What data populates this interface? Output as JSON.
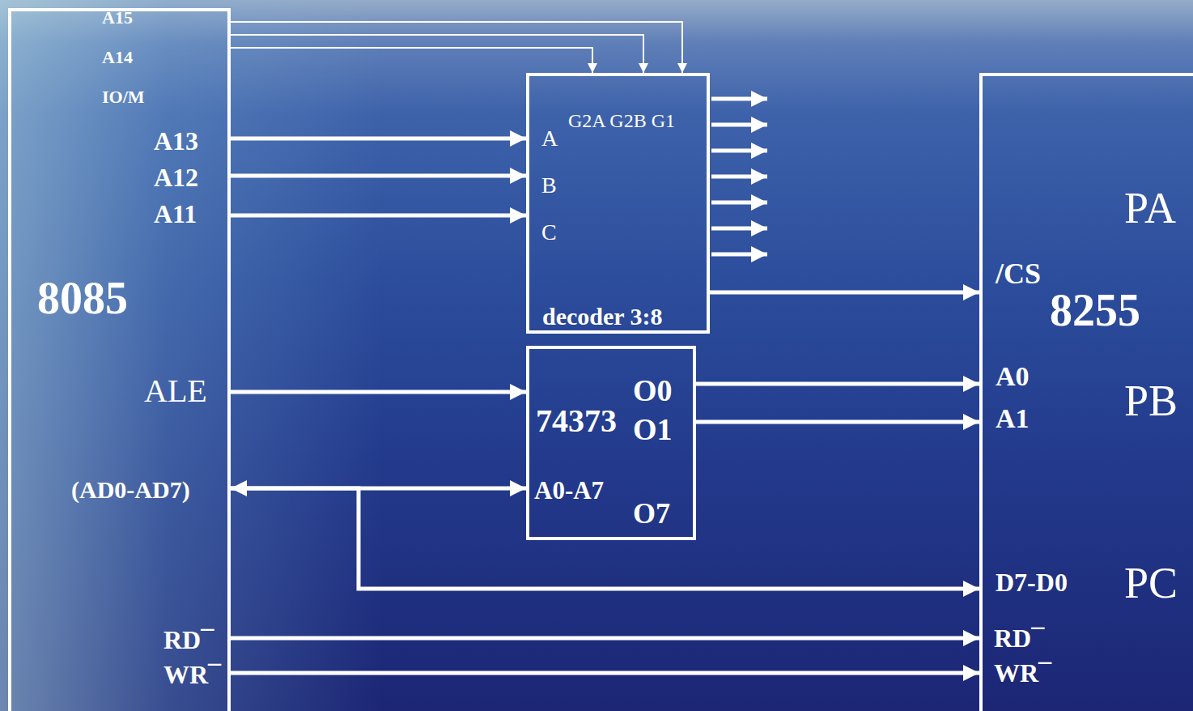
{
  "diagram": {
    "nodes": [
      {
        "text": [
          "8085"
        ]
      },
      {
        "text": [
          "decoder 3:8"
        ]
      },
      {
        "text": [
          "74373"
        ]
      },
      {
        "text": [
          "8255"
        ]
      }
    ],
    "edges": [
      {
        "from": 0,
        "to": 1,
        "arrow": "to"
      },
      {
        "from": 0,
        "to": 1,
        "arrow": "to"
      },
      {
        "from": 0,
        "to": 1,
        "arrow": "to"
      },
      {
        "from": 0,
        "to": 1,
        "arrow": "to"
      },
      {
        "from": 0,
        "to": 1,
        "arrow": "to"
      },
      {
        "from": 0,
        "to": 1,
        "arrow": "to"
      },
      {
        "from": 1,
        "to": 3,
        "arrow": "to"
      },
      {
        "from": 0,
        "to": 2,
        "arrow": "to"
      },
      {
        "from": 2,
        "to": 3,
        "arrow": "to"
      },
      {
        "from": 2,
        "to": 3,
        "arrow": "to"
      },
      {
        "from": 0,
        "to": 2,
        "arrow": "both"
      },
      {
        "from": 0,
        "to": 3,
        "arrow": "to"
      },
      {
        "from": 0,
        "to": 3,
        "arrow": "to"
      },
      {
        "from": 0,
        "to": 3,
        "arrow": "to"
      }
    ],
    "labels": [
      "A15",
      "A14",
      "IO/M",
      "A13",
      "A12",
      "A11",
      "ALE",
      "(AD0-AD7)",
      "RD¯",
      "WR¯",
      "G2A G2B G1",
      "A",
      "B",
      "C",
      "O0",
      "O1",
      "A0-A7",
      "O7",
      "PA",
      "/CS",
      "A0",
      "A1",
      "PB",
      "D7-D0",
      "PC",
      "RD¯",
      "WR¯"
    ]
  }
}
